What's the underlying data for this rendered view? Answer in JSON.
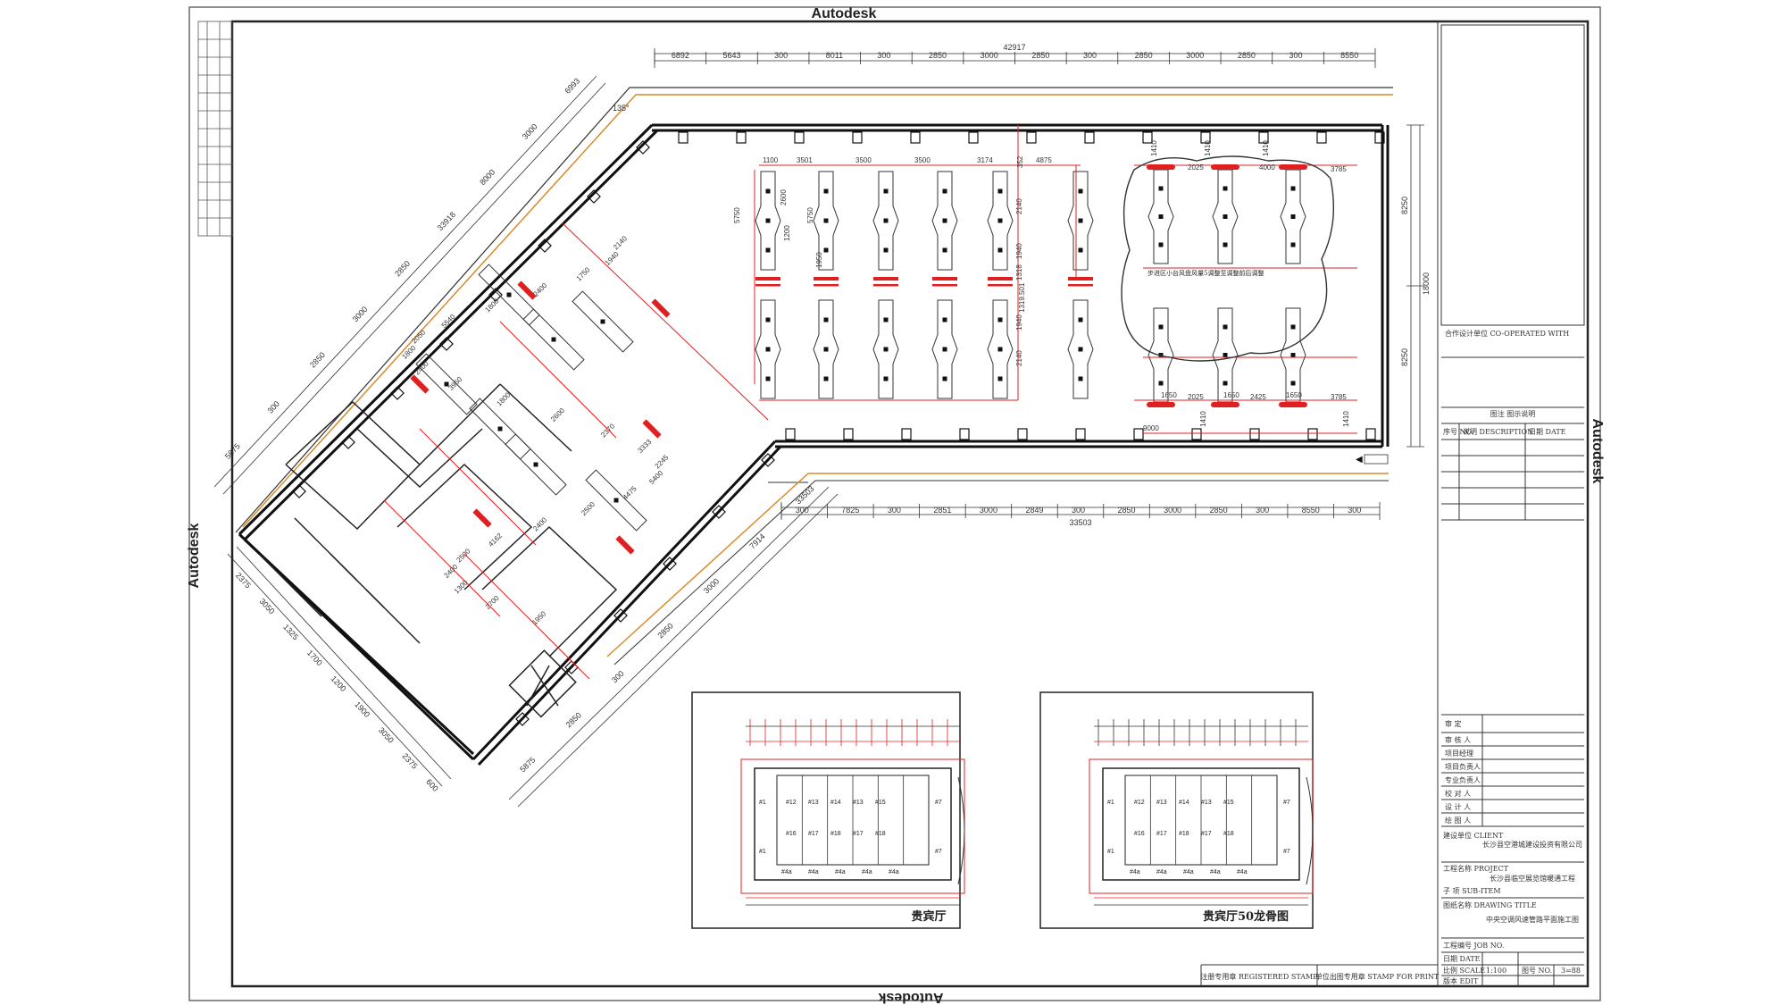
{
  "watermark": "Autodesk",
  "top_dims": {
    "overall": "42917",
    "segments": [
      "6892",
      "5643",
      "300",
      "8011",
      "300",
      "2850",
      "3000",
      "2850",
      "300",
      "2850",
      "3000",
      "2850",
      "300",
      "8550"
    ]
  },
  "bottom_dims": {
    "overall": "33503",
    "segments": [
      "300",
      "7825",
      "300",
      "2851",
      "3000",
      "2849",
      "300",
      "2850",
      "3000",
      "2850",
      "300",
      "8550",
      "300"
    ]
  },
  "right_dims": [
    "8250",
    "18000",
    "8250"
  ],
  "diag_dims_upper": [
    "5875",
    "300",
    "2850",
    "3000",
    "2850",
    "33918",
    "8000",
    "3000",
    "6993"
  ],
  "diag_dims_lower": [
    "5875",
    "2850",
    "300",
    "2850",
    "3000",
    "7914",
    "33503"
  ],
  "left_dims": [
    "2375",
    "3050",
    "1325",
    "1700",
    "1200",
    "1900",
    "3050",
    "2375",
    "600"
  ],
  "inner_labels": {
    "row_top": [
      "1100",
      "3501",
      "3500",
      "3500",
      "3174",
      "4875"
    ],
    "right_group": [
      "1410",
      "1410",
      "1410",
      "2025",
      "4000",
      "3785",
      "1650",
      "1650",
      "1650",
      "2025",
      "2425",
      "3785",
      "9000",
      "1410",
      "1410"
    ],
    "left_col": [
      "5750",
      "2600",
      "5750",
      "1200",
      "1950",
      "2140",
      "1940",
      "1318",
      "1940",
      "2140",
      "1319.501",
      "352"
    ],
    "diag_inner": [
      "2140",
      "1940",
      "1750",
      "2400",
      "1800",
      "5540",
      "2050",
      "1800",
      "2400",
      "3950",
      "1800",
      "2600",
      "2370",
      "3333",
      "2245",
      "5400",
      "4475",
      "2500",
      "2400",
      "4162",
      "2500",
      "2400",
      "1300",
      "2700",
      "1950"
    ]
  },
  "cloud_note": "步进区小台风盘风量5调整至调整前后调整",
  "angle_label": "135°",
  "inset_left": {
    "caption": "贵宾厅",
    "rooms": [
      "#12",
      "#13",
      "#14",
      "#13",
      "#15",
      "#16",
      "#17",
      "#18",
      "#17",
      "#18",
      "#4a",
      "#4a",
      "#4a",
      "#4a",
      "#4a",
      "#1",
      "#1",
      "#7",
      "#7"
    ]
  },
  "inset_right": {
    "caption": "贵宾厅50龙骨图",
    "rooms": [
      "#12",
      "#13",
      "#14",
      "#13",
      "#15",
      "#16",
      "#17",
      "#18",
      "#17",
      "#18",
      "#4a",
      "#4a",
      "#4a",
      "#4a",
      "#4a",
      "#1",
      "#1",
      "#7",
      "#7"
    ]
  },
  "title_block": {
    "cooperation": "合作设计单位 CO-OPERATED WITH",
    "stamp": "图注 图示说明",
    "rev_head": [
      "序号 NO.",
      "说明 DESCRIPTION",
      "日期 DATE"
    ],
    "signatures": [
      "审 定",
      "审 核 人",
      "项目经理",
      "项目负责人",
      "专业负责人",
      "校 对 人",
      "设 计 人",
      "绘 图 人"
    ],
    "client_label": "建设单位 CLIENT",
    "client": "长沙县空港城建设投资有限公司",
    "project_label": "工程名称 PROJECT",
    "project": "长沙县临空展览馆暖通工程",
    "subitem": "子 项 SUB-ITEM",
    "drawing_label": "图纸名称 DRAWING TITLE",
    "drawing_title": "中央空调风速管路平面施工图",
    "job_no_label": "工程编号 JOB NO.",
    "date_label": "日期 DATE",
    "scale_label": "比例 SCALE",
    "scale": "1:100",
    "number_label": "图号 NO.",
    "sheet": "3=88",
    "version_label": "版本 EDIT",
    "stamp_reg": "注册专用章 REGISTERED STAMP",
    "stamp_unit": "单位出图专用章 STAMP FOR PRINT"
  }
}
